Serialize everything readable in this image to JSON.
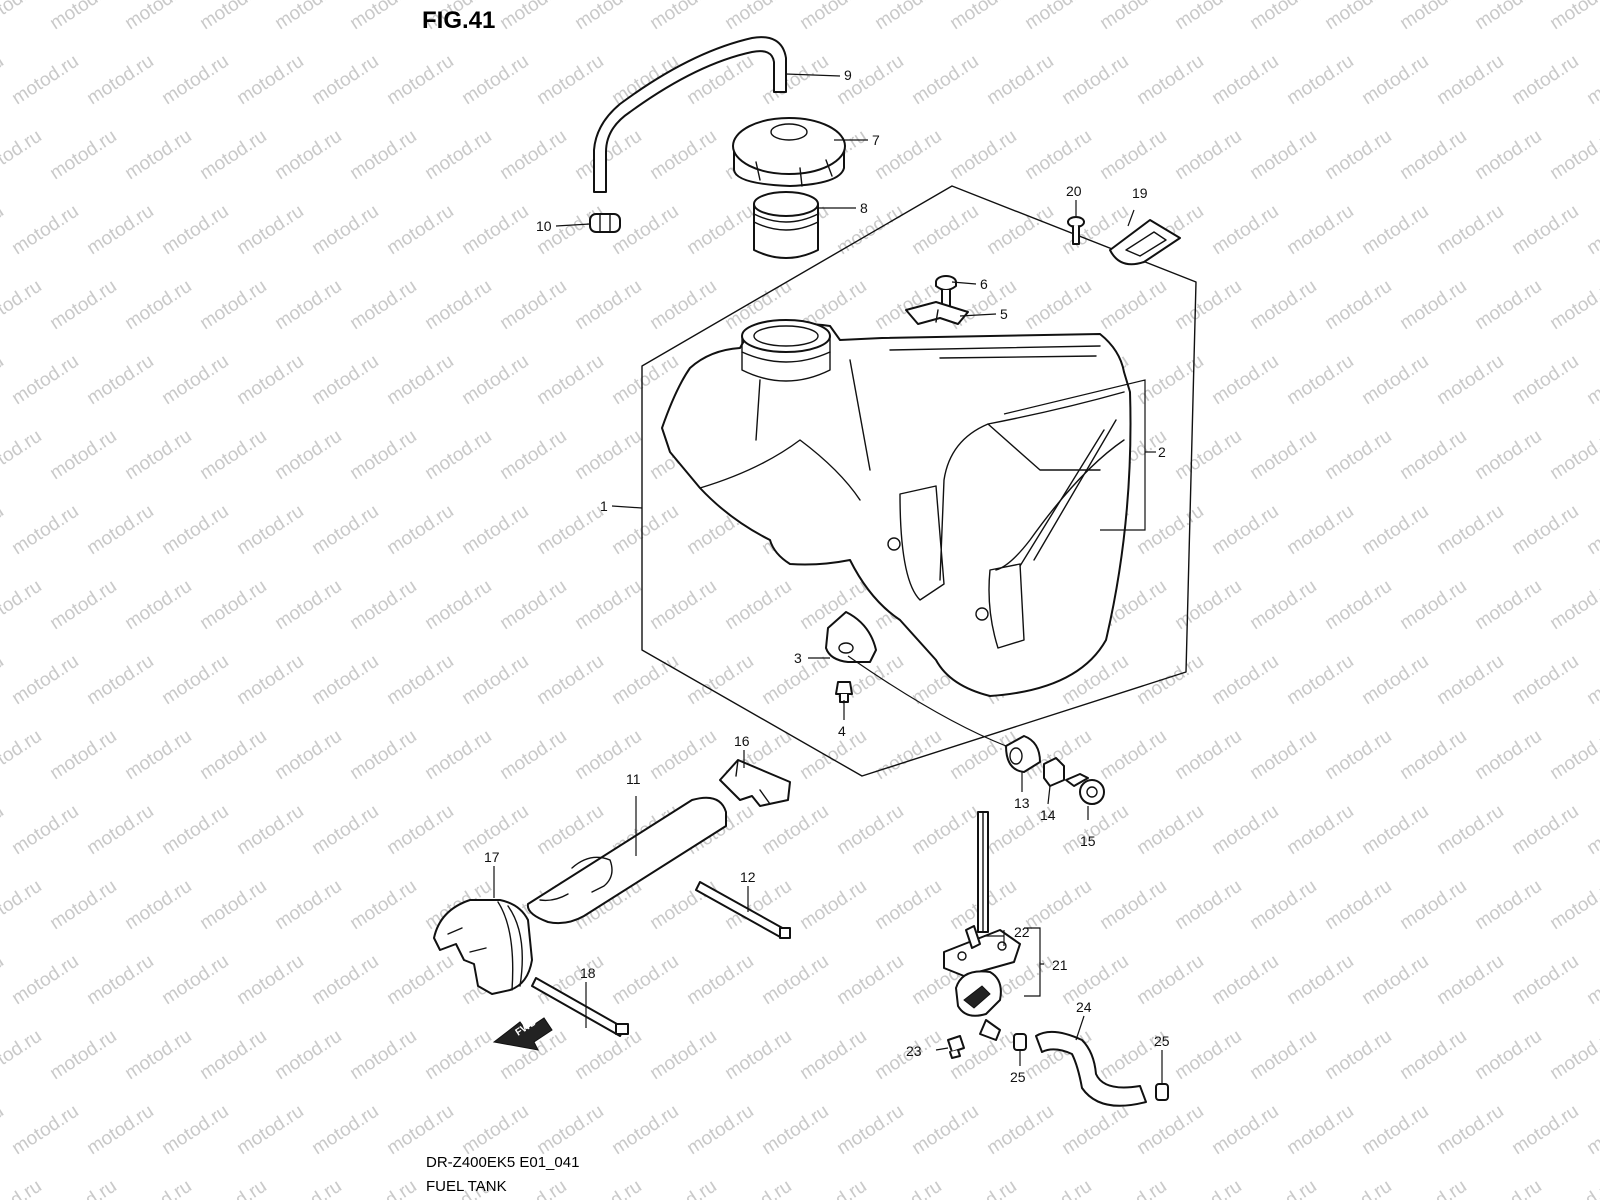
{
  "header": {
    "figure_label": "FIG.41"
  },
  "footer": {
    "model_code": "DR-Z400EK5 E01_041",
    "section_title": "FUEL TANK"
  },
  "watermark": {
    "text": "motod.ru",
    "color": "#c9c9c9"
  },
  "direction_arrow": {
    "label": "FWD"
  },
  "callouts": [
    {
      "number": "1"
    },
    {
      "number": "2"
    },
    {
      "number": "3"
    },
    {
      "number": "4"
    },
    {
      "number": "5"
    },
    {
      "number": "6"
    },
    {
      "number": "7"
    },
    {
      "number": "8"
    },
    {
      "number": "9"
    },
    {
      "number": "10"
    },
    {
      "number": "11"
    },
    {
      "number": "12"
    },
    {
      "number": "13"
    },
    {
      "number": "14"
    },
    {
      "number": "15"
    },
    {
      "number": "16"
    },
    {
      "number": "17"
    },
    {
      "number": "18"
    },
    {
      "number": "19"
    },
    {
      "number": "20"
    },
    {
      "number": "21"
    },
    {
      "number": "22"
    },
    {
      "number": "23"
    },
    {
      "number": "24"
    },
    {
      "number": "25"
    },
    {
      "number": "25"
    }
  ]
}
